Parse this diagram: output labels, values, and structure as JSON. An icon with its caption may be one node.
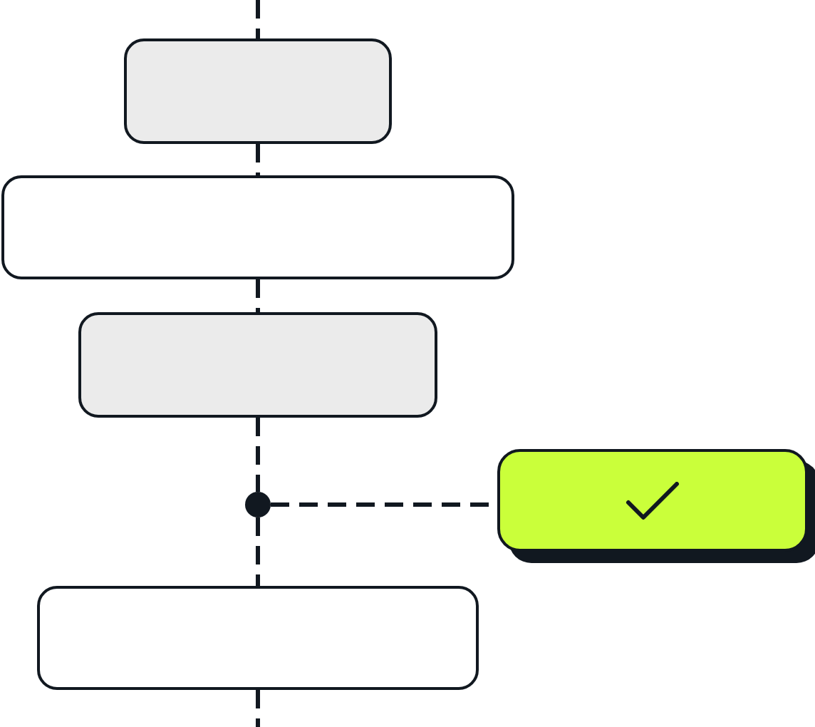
{
  "diagram": {
    "nodes": [
      {
        "text": [],
        "shape": "box"
      },
      {
        "text": [],
        "shape": "box"
      },
      {
        "text": [],
        "shape": "box"
      },
      {
        "text": [],
        "shape": "circle"
      },
      {
        "text": [],
        "shape": "box"
      },
      {
        "text": [],
        "shape": "box"
      }
    ],
    "edges": [
      {
        "from": null,
        "to": 0,
        "arrow": "none",
        "style": "dashed"
      },
      {
        "from": 0,
        "to": 1,
        "arrow": "none",
        "style": "dashed"
      },
      {
        "from": 1,
        "to": 2,
        "arrow": "none",
        "style": "dashed"
      },
      {
        "from": 2,
        "to": 3,
        "arrow": "none",
        "style": "dashed"
      },
      {
        "from": 3,
        "to": 4,
        "arrow": "none",
        "style": "dashed"
      },
      {
        "from": 3,
        "to": 5,
        "arrow": "none",
        "style": "dashed"
      },
      {
        "from": 5,
        "to": null,
        "arrow": "none",
        "style": "dashed"
      }
    ]
  }
}
